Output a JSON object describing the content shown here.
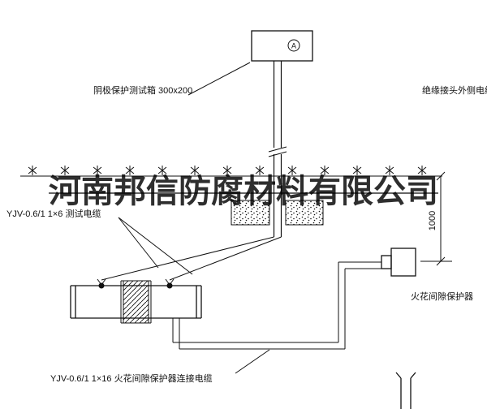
{
  "watermark": {
    "text": "河南邦信防腐材料有限公司"
  },
  "labels": {
    "test_box": "阴极保护测试箱 300x200",
    "outer_cable": "绝缘接头外侧电缆",
    "test_cable": "YJV-0.6/1 1×6  测试电缆",
    "spark_gap": "火花间隙保护器",
    "connect_cable": "YJV-0.6/1 1×16  火花间隙保护器连接电缆",
    "dimension": "1000",
    "meter": "A"
  },
  "colors": {
    "line": "#111111",
    "background": "#ffffff"
  }
}
